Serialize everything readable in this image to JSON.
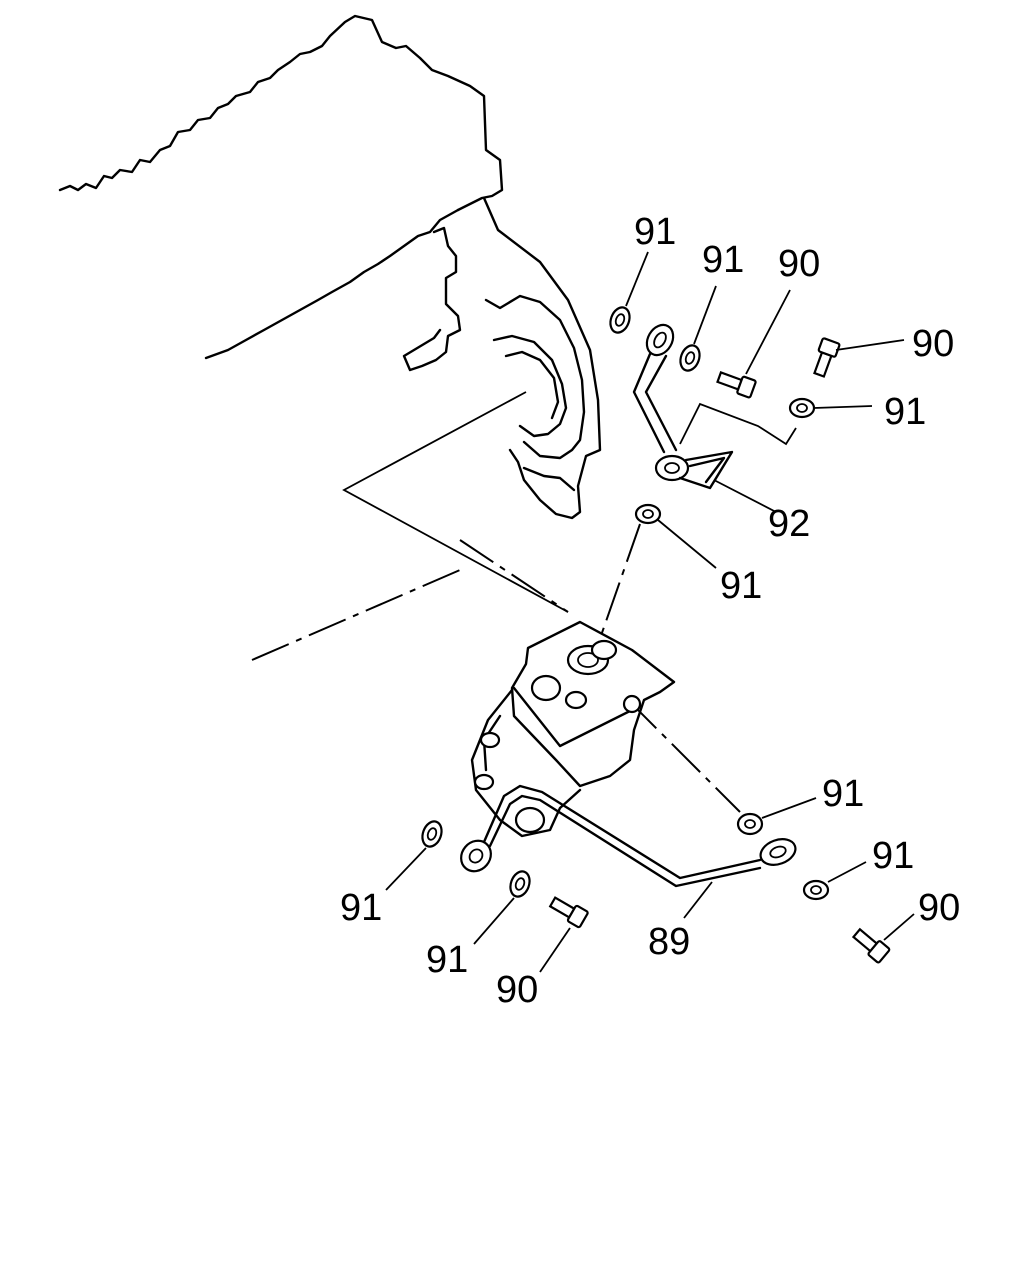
{
  "diagram": {
    "callouts": [
      {
        "id": "c1",
        "text": "91"
      },
      {
        "id": "c2",
        "text": "91"
      },
      {
        "id": "c3",
        "text": "90"
      },
      {
        "id": "c4",
        "text": "90"
      },
      {
        "id": "c5",
        "text": "91"
      },
      {
        "id": "c6",
        "text": "92"
      },
      {
        "id": "c7",
        "text": "91"
      },
      {
        "id": "c8",
        "text": "91"
      },
      {
        "id": "c9",
        "text": "91"
      },
      {
        "id": "c10",
        "text": "91"
      },
      {
        "id": "c11",
        "text": "90"
      },
      {
        "id": "c12",
        "text": "91"
      },
      {
        "id": "c13",
        "text": "89"
      },
      {
        "id": "c14",
        "text": "90"
      }
    ]
  }
}
